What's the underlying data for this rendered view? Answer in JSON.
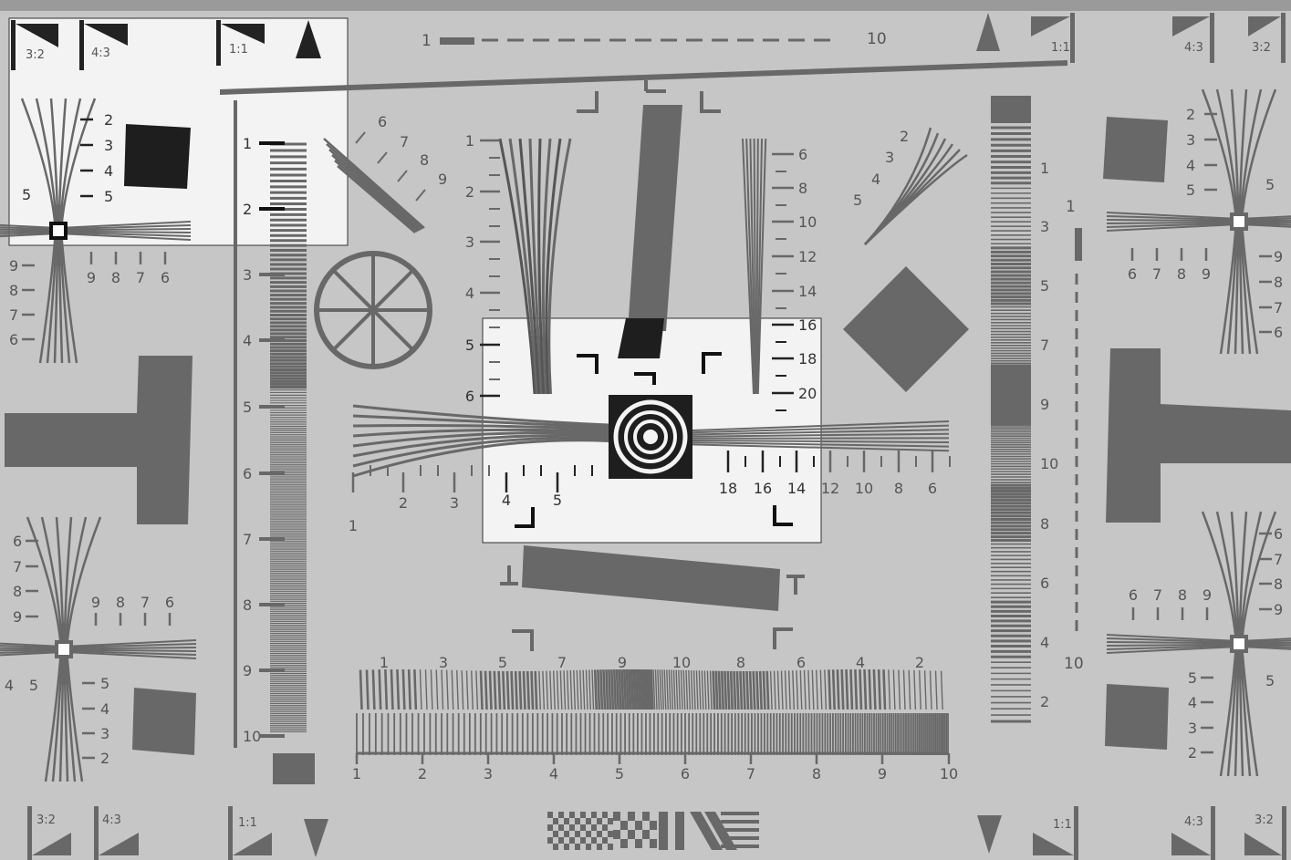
{
  "aspect": {
    "a32": "3:2",
    "a43": "4:3",
    "a11": "1:1"
  },
  "top_scale": {
    "start": "1",
    "end": "10"
  },
  "left_vscale": [
    "1",
    "2",
    "3",
    "4",
    "5",
    "6",
    "7",
    "8",
    "9",
    "10"
  ],
  "fan_top_left": [
    "6",
    "7",
    "8",
    "9"
  ],
  "center_vwedge_left": [
    "1",
    "2",
    "3",
    "4",
    "5",
    "6"
  ],
  "center_vwedge_right": [
    "6",
    "8",
    "10",
    "12",
    "14",
    "16",
    "18",
    "20"
  ],
  "fan_top_right": [
    "2",
    "3",
    "4",
    "5"
  ],
  "right_vscale": [
    "1",
    "3",
    "5",
    "7",
    "9",
    "10",
    "8",
    "6",
    "4",
    "2"
  ],
  "right_scale_ends": [
    "1",
    "10"
  ],
  "center_hwedge_left": [
    "1",
    "2",
    "3",
    "4",
    "5"
  ],
  "center_hwedge_right": [
    "18",
    "16",
    "14",
    "12",
    "10",
    "8",
    "6"
  ],
  "bottom_bar_top": [
    "1",
    "3",
    "5",
    "7",
    "9",
    "10",
    "8",
    "6",
    "4",
    "2"
  ],
  "bottom_bar_bottom": [
    "1",
    "2",
    "3",
    "4",
    "5",
    "6",
    "7",
    "8",
    "9",
    "10"
  ],
  "corner_tl": {
    "v": [
      "2",
      "3",
      "4",
      "5"
    ],
    "single": "5",
    "h": [
      "9",
      "8",
      "7",
      "6"
    ],
    "vl": [
      "9",
      "8",
      "7",
      "6"
    ]
  },
  "corner_tr": {
    "v": [
      "2",
      "3",
      "4",
      "5"
    ],
    "single": "5",
    "h": [
      "6",
      "7",
      "8",
      "9"
    ],
    "vr": [
      "9",
      "8",
      "7",
      "6"
    ]
  },
  "corner_bl": {
    "vl": [
      "6",
      "7",
      "8",
      "9"
    ],
    "h": [
      "9",
      "8",
      "7",
      "6"
    ],
    "left_pair": [
      "4",
      "5"
    ],
    "v": [
      "5",
      "4",
      "3",
      "2"
    ]
  },
  "corner_br": {
    "vr": [
      "6",
      "7",
      "8",
      "9"
    ],
    "h": [
      "6",
      "7",
      "8",
      "9"
    ],
    "single": "5",
    "v": [
      "5",
      "4",
      "3",
      "2"
    ]
  },
  "colors": {
    "background": "#c6c6c6",
    "marks": "#686868",
    "highlight": "#f3f3f3",
    "dark": "#1e1e1e"
  }
}
